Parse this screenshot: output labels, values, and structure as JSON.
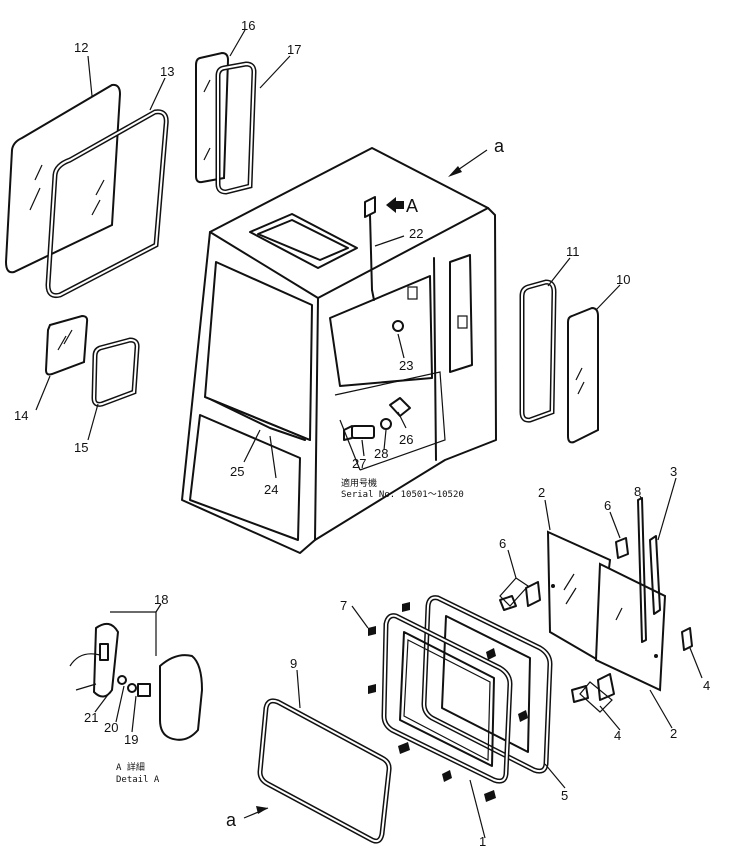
{
  "callouts": {
    "c1": "1",
    "c2a": "2",
    "c2b": "2",
    "c3": "3",
    "c4a": "4",
    "c4b": "4",
    "c5": "5",
    "c6a": "6",
    "c6b": "6",
    "c7": "7",
    "c8": "8",
    "c9": "9",
    "c10": "10",
    "c11": "11",
    "c12": "12",
    "c13": "13",
    "c14": "14",
    "c15": "15",
    "c16": "16",
    "c17": "17",
    "c18": "18",
    "c19": "19",
    "c20": "20",
    "c21": "21",
    "c22": "22",
    "c23": "23",
    "c24": "24",
    "c25": "25",
    "c26": "26",
    "c27": "27",
    "c28": "28"
  },
  "view_refs": {
    "a_top": "a",
    "a_bottom": "a",
    "A_arrow": "A"
  },
  "serial_note": {
    "jp": "適用号機",
    "text": "Serial No. 10501～10520"
  },
  "detail_note": {
    "jp": "A 詳細",
    "text": "Detail A"
  }
}
